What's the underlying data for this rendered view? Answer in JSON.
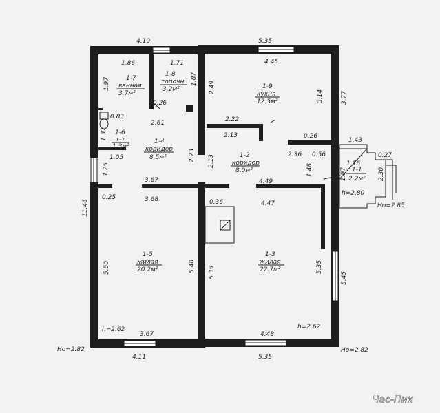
{
  "rooms": {
    "r17": {
      "no": "1-7",
      "name": "ванная",
      "area": "3.7м²"
    },
    "r18": {
      "no": "1-8",
      "name": "топочн",
      "area": "3.2м²"
    },
    "r19": {
      "no": "1-9",
      "name": "кухня",
      "area": "12.5м²"
    },
    "r16": {
      "no": "1-6",
      "name": "т-т",
      "area": "1.3м²"
    },
    "r14": {
      "no": "1-4",
      "name": "коридор",
      "area": "8.5м²"
    },
    "r12": {
      "no": "1-2",
      "name": "коридор",
      "area": "8.0м²"
    },
    "r11": {
      "no": "1-1",
      "area": "2.2м²"
    },
    "r15": {
      "no": "1-5",
      "name": "жилая",
      "area": "20.2м²"
    },
    "r13": {
      "no": "1-3",
      "name": "жилая",
      "area": "22.7м²"
    }
  },
  "dims": {
    "top_left": "4.10",
    "top_right": "5.35",
    "d186": "1.86",
    "d171": "1.71",
    "d445": "4.45",
    "d197a": "1.97",
    "d187": "1.87",
    "d249": "2.49",
    "d314": "3.14",
    "d377": "3.77",
    "d026a": "0.26",
    "d083": "0.83",
    "d261": "2.61",
    "d222": "2.22",
    "d213a": "2.13",
    "d137": "1.37",
    "d105": "1.05",
    "d273": "2.73",
    "d213b": "2.13",
    "d026b": "0.26",
    "d236": "2.36",
    "d056": "0.56",
    "d143": "1.43",
    "d027": "0.27",
    "d116": "1.16",
    "d148": "1.48",
    "d230": "2.30",
    "d197b": "1.97",
    "d125": "1.25",
    "d1146": "11.46",
    "d025": "0.25",
    "d367a": "3.67",
    "d368": "3.68",
    "d449": "4.49",
    "d447": "4.47",
    "d036": "0.36",
    "d550": "5.50",
    "d548": "5.48",
    "d535a": "5.35",
    "d535b": "5.35",
    "d545": "5.45",
    "d367b": "3.67",
    "d448": "4.48",
    "bot_left": "4.11",
    "bot_right": "5.35"
  },
  "heights": {
    "h_left": "h=2.62",
    "h_right": "h=2.62",
    "h_porch": "h=2.80",
    "ho_left": "Hо=2.82",
    "ho_right": "Hо=2.82",
    "ho_porch": "Hо=2.85"
  },
  "watermark": "Час-Пик"
}
